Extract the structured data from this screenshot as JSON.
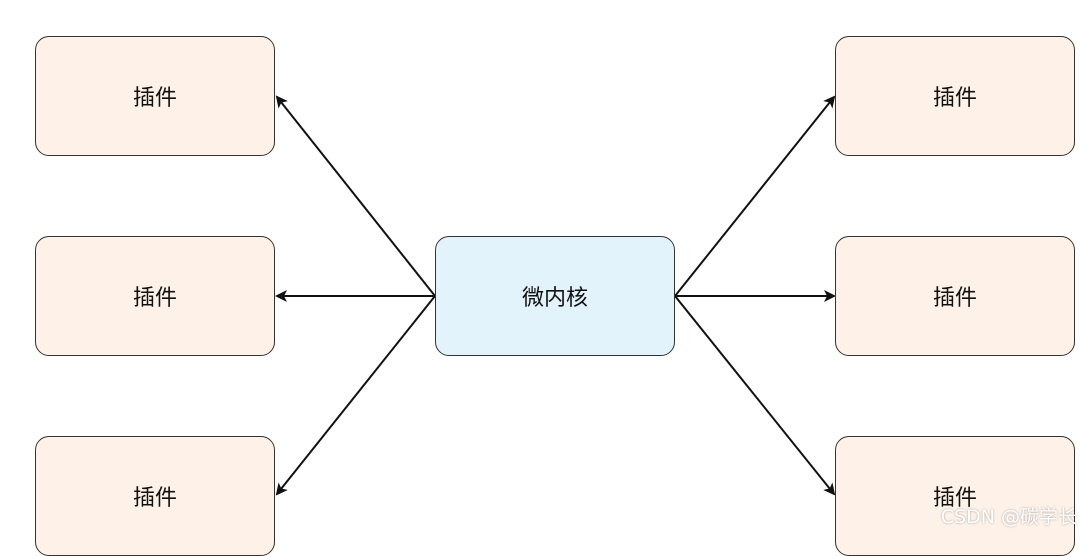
{
  "diagram": {
    "core": {
      "label": "微内核",
      "fill": "#e2f3fc"
    },
    "plugins": [
      {
        "label": "插件",
        "side": "left",
        "row": "top"
      },
      {
        "label": "插件",
        "side": "left",
        "row": "middle"
      },
      {
        "label": "插件",
        "side": "left",
        "row": "bottom"
      },
      {
        "label": "插件",
        "side": "right",
        "row": "top"
      },
      {
        "label": "插件",
        "side": "right",
        "row": "middle"
      },
      {
        "label": "插件",
        "side": "right",
        "row": "bottom"
      }
    ],
    "plugin_fill": "#fdf1e8",
    "border_color": "#333333",
    "arrow_color": "#111111"
  },
  "watermark": "CSDN @碳学长"
}
